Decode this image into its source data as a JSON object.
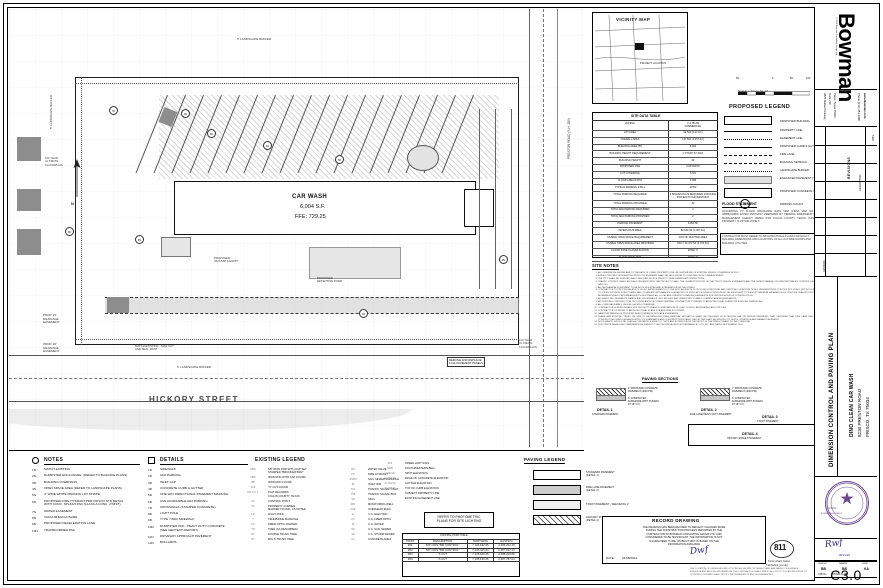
{
  "sheet": {
    "number": "C3.0",
    "title": "DIMENSION CONTROL AND PAVING PLAN",
    "project_name": "DINO CLEAN CAR WASH",
    "project_addr1": "8230 PRESTON ROAD",
    "project_addr2": "FRISCO, TX 75034",
    "job_no_label": "JOB No.",
    "job_no": "070828-01-001",
    "design_label": "DESIGN",
    "design_by": "BB",
    "drawn_label": "DRAWN",
    "drawn_by": "BB",
    "check_label": "CHKD",
    "check_by": "KA",
    "revisions_label": "REVISIONS",
    "rev_col_no": "REVISION",
    "rev_col_desc": "DESCRIPTION",
    "rev_col_date": "DATE"
  },
  "firm": {
    "name": "Bowman",
    "copyright": "© 2025 Bowman Consulting Group, Ltd.",
    "addr1": "2825 Dallas Parkway,",
    "addr2": "Suite 210",
    "addr3": "Plano, Texas 75093",
    "phone": "Phone  (214) 451-0690",
    "web": "www.Bowman.com"
  },
  "seal": {
    "state": "STATE OF TEXAS",
    "license": "114120",
    "discipline": "BOWMAN ASSOCIATES",
    "date": "05/21/25"
  },
  "vicinity": {
    "title": "VICINITY MAP",
    "project_label": "PROJECT LOCATION"
  },
  "scale_bar": {
    "ticks": [
      "50",
      "0",
      "50",
      "100"
    ],
    "caption": "SCALE: 1 INCH =  50   FT"
  },
  "plan_labels": {
    "building_name": "CAR WASH",
    "building_area": "6,004 S.F.",
    "building_ffe": "FFE: 729.25",
    "street": "HICKORY STREET",
    "landscape_buffer_top": "5' LANDSCAPE BUFFER",
    "landscape_buffer_left": "5' LANDSCAPE BUFFER",
    "landscape_buffer_bottom": "5' LANDSCAPE BUFFER",
    "prop_drainage_esmt_1": "PROP. 20'\nDRAINAGE\nEASEMENT",
    "prop_drainage_esmt_2": "PROP. 20'\nDRAINAGE\nEASEMENT",
    "remove_replace": "REMOVE AND REPLACE\nFULL PAVEMENT PANELS",
    "floodplain_note_left": "100 YEAR\nULTIMATE\nFLOODPLAIN",
    "floodplain_note_right": "100 YEAR\nULTIMATE\nFLOODPLAIN",
    "match_existing": "MATCH EXISTING - SAW CUT\nAND SEAL JOINT",
    "preston_road": "PRESTON ROAD (S.H. 289)",
    "vacuum_canopy": "PROPOSED\nVACUUM CANOPY",
    "detention": "PROPOSED\nDETENTION POND"
  },
  "proposed_legend": {
    "title": "PROPOSED LEGEND",
    "items": [
      {
        "label": "PROPOSED BUILDING",
        "style": "solid-box"
      },
      {
        "label": "PROPERTY LINE",
        "style": "line-dashdot"
      },
      {
        "label": "EASEMENT LINE",
        "style": "line-dot"
      },
      {
        "label": "PROPOSED CURB & GUTTER",
        "style": "line-solid"
      },
      {
        "label": "FIRE LANE",
        "style": "line-dash"
      },
      {
        "label": "BUILDING SETBACK",
        "style": "line-dashdot-fine"
      },
      {
        "label": "LANDSCAPE BUFFER",
        "style": "line-dot-fine"
      },
      {
        "label": "ENHANCED PAVEMENT TREATMENT",
        "style": "stipple"
      },
      {
        "label": "PROPOSED CONCRETE SIDEWALK",
        "style": "box-hatch"
      },
      {
        "label": "PARKING COUNT",
        "style": "count-bubble"
      }
    ],
    "count_bubble_value": "12"
  },
  "site_data_table": {
    "title": "SITE DATA TABLE",
    "rows": [
      [
        "ZONING",
        "C-1 PD-89\nCOMMERCIAL"
      ],
      [
        "LOT AREA",
        "92,521 (2.12 AC)"
      ],
      [
        "OVERALL AREA",
        "147,602 (4.357 AC)"
      ],
      [
        "BUILDING AREA ('B')",
        "6,004"
      ],
      [
        "BUILDING HEIGHT REQUIREMENT",
        "1 STORY 40' MAX"
      ],
      [
        "BUILDING HEIGHT",
        "40'"
      ],
      [
        "PROPOSED USE",
        "CAR WASH"
      ],
      [
        "LOT COVERAGE",
        "6.5%"
      ],
      [
        "FLOOR AREA RATIO",
        "0.065"
      ],
      [
        "TYPICAL PARKING STALL",
        "20'X9'"
      ],
      [
        "TOTAL PARKING REQUIRED",
        "2 SPACES PLUS REQUIRED STACKING\nFOR EACH CAR WASH BAY"
      ],
      [
        "TOTAL PARKING PROVIDED",
        "32"
      ],
      [
        "TOTAL ADA PARKING REQUIRED",
        "2"
      ],
      [
        "TOTAL ADA PARKING PROVIDED",
        "2"
      ],
      [
        "PARKING PAVEMENT",
        "9,954 SF"
      ],
      [
        "IMPERVIOUS AREA",
        "62,649 SF (1.387 AC)"
      ],
      [
        "USABLE OPEN SPACE REQUIREMENT",
        "10% OF PLATTED AREA"
      ],
      [
        "USABLE OPEN SPACE AREA PROVIDED",
        "34% = 31,472 SF (0.722 AC)"
      ],
      [
        "FLOOD ZONE CLASSIFICATION",
        "ZONE 'X'"
      ],
      [
        "FLOOD ZONE MAP",
        "ZONE 'X'"
      ]
    ]
  },
  "flood_statement": {
    "title": "FLOOD STATEMENT",
    "body": "ACCORDING TO FLOOD INSURANCE RATE MAP (FIRM) MAP NO. 48085C0285K DATED 06/07/2017 PREPARED BY FEDERAL EMERGENCY MANAGEMENT AGENCY (FEMA) FOR COLLIN COUNTY, TEXAS, THIS PROPERTY IS WITHIN ZONE X.",
    "note": "CONTRACTOR MUST REFER TO ARCHITECTURAL PLANS FOR EXACT BUILDING DIMENSIONS AND LOCATIONS OF ALL OUTSIDE DOORS AND BUILDING UTILITIES"
  },
  "site_notes": {
    "title": "SITE NOTES",
    "items": [
      "ALL DIMENSIONS SHOWN ARE TO THE FACE OF CURB, PROPERTY LINE OR CENTERLINE OF STRIPING UNLESS OTHERWISE NOTED.",
      "A PRE-CONSTRUCTION MEETING WITH CITY ENGINEER SHALL BE HELD PRIOR TO CONSTRUCTION COMMENCEMENT.",
      "THE CITY SHALL BE GIVEN AT LEAST 48 HOURS NOTICE PRIOR TO PERFORMING ANY INSPECTIONS.",
      "TRAFFIC CONTROL SHALL BE IN ACCORDANCE WITH THE PROJECT PLANS, THE CURRENT EDITION OF THE TXDOT DESIGN STANDARDS AND THE LATEST MANUAL ON UNIFORM TRAFFIC CONTROL DEVICES (MUTCD).",
      "ALL MECHANICAL EQUIPMENT TO BE ROOF MOUNTED AND SCREENED FROM THE STREET.",
      "CONTRACTOR TO PROVIDE AS-BUILTS OF ALL IMPROVEMENTS TO THE SITE.  AS-BUILTS TO INCLUDE HORIZONTAL AND VERTICAL LOCATIONS OF ALL UNDERGROUND UTILITIES INCLUDING, BUT NOT LIMITED TO, PIPES, FITTINGS, STRUCTURES, AND OTHER APPURTENANCES.  ELEVATIONS OF PIPES AT CROSSING POINTS MUST BE SUFFICIENT TO IDENTIFY MINIMUM SEPARATION OF UTILITIES. IN ADDITION TO THE AFOREMENTIONED CRITERIA AS-BUILTS MUST MEET ALL LOCAL AND JURISDICTIONAL REQUIREMENTS FOR CERTIFICATION OF CONSTRUCTION.",
      "ALL AFFECTED SIDEWALKS, RAMPS AND CROSSWALKS, WILL BE BUILT AND INSPECTED TO MEET CURRENT ADA REQUIREMENTS.",
      "ALL BUILDING CONSTRUCTION, INCLUDING ARCHITECTURAL FEATURE, CONTRACTOR TO REFER TO ARCHITECTURAL PLANS FOR BUILDING DIMENSIONS.",
      "ALL CURB RADII ARE 3' UNLESS SHOWN OTHERWISE.",
      "CONTRACTOR IS RESPONSIBLE FOR PROTECTION AND COORDINATION OF LIGHT POLES, LANDSCAPING AND UTILITIES.",
      "CONTRACTOR TO REFER TO ARCHITECTURAL PLANS FOR BUILDING FOOTPRINT.",
      "HANDICAP PARKING IS PROVIDED IN ACCORDANCE WITH ADA STANDARDS.",
      "THERE ARE EXISTING TREES ON SITE TO BE REMOVED. TREE REMOVAL MITIGATION SHALL BE PROVIDED BY A TESTING LAB OR DESIGN ENGINEER; THAT CERTIFIES THAT FIRE LANE HAS BEEN CONSTRUCTED IN ACCORDANCE WITH CITY STANDARDS AND CONSTRUCTION PLANS. THE LETTER SHALL BE SPECIFIC TO DEPTH, STRENGTH AND REBAR PLACEMENT.",
      "SOLID WASTE SHOULD BE CLASS A CONCRETE, 6' WIDE X 6' THICK AND EXTEND FROM THE FRONT OF THE FIRE HYDRANT TO THE CURB LINE.",
      "FOR ONSITE PAVING RECOMMENDATIONS, REFER TO GEOTECHNICAL REPORT PREPARED BY OTE, INC. AND DATED SEPTEMBER, 2024."
    ]
  },
  "paving_sections": {
    "title": "PAVING SECTIONS",
    "details": [
      {
        "name": "DETAIL 1",
        "sub": "STANDARD PAVEMENT",
        "top": "6\" PORTLAND CONCRETE\nPAVEMENT (4000 PSI)",
        "bottom": "6\" COMPACTED\nSUBGRADE WITH #3 BARS\nAT 18\" O.C."
      },
      {
        "name": "DETAIL 2",
        "sub": "FIRE LANE/HEAVY DUTY PAVEMENT",
        "top": "7\" PORTLAND CONCRETE\nPAVEMENT (4000 PSI)",
        "bottom": "6\" COMPACTED\nSUBGRADE WITH #4 BARS\nAT 18\" O.C."
      },
      {
        "name": "DETAIL 3",
        "sub": "TXDOT PAVEMENT",
        "top": "SEE TXDOT STANDARD DETAILS",
        "bottom": ""
      },
      {
        "name": "DETAIL 4",
        "sub": "HICKORY STREET PAVEMENT",
        "top": "8\" PORTLAND CONCRETE\nPAVEMENT (4000 PSI)",
        "bottom": "6\" LIME STABILIZED\nSUBGRADE"
      }
    ]
  },
  "notes_legend": {
    "title": "NOTES",
    "items": [
      {
        "key": "1N",
        "text": "MATCH EXISTING"
      },
      {
        "key": "2N",
        "text": "DUMPSTER ENCLOSURE  (REFER TO BUILDING PLANS)"
      },
      {
        "key": "3N",
        "text": "BUILDING OVERHANG"
      },
      {
        "key": "4N",
        "text": "OPEN SPACE AREA (REFER TO LANDSCAPE PLANS)"
      },
      {
        "key": "5N",
        "text": "4\" WIDE WHITE PARKING LOT STRIPE"
      },
      {
        "key": "6N",
        "text": "PROPOSED FIRE HYDRANT PER FRISCO STD DETAIL\nWITH CONC. SPLASH PAD (CLASS A CONC. 2'X8'FT)"
      },
      {
        "key": "7N",
        "text": "WATER EASEMENT"
      },
      {
        "key": "8N",
        "text": "VACUUM ENCLOSURE"
      },
      {
        "key": "9N",
        "text": "PROPOSED DECELERATION LANE"
      },
      {
        "key": "10N",
        "text": "TRANSFORMER PAD"
      }
    ]
  },
  "details_legend": {
    "title": "DETAILS",
    "items": [
      {
        "key": "1D",
        "text": "SIDEWALK"
      },
      {
        "key": "2D",
        "text": "ADA PARKING"
      },
      {
        "key": "3D",
        "text": "INLET CAP"
      },
      {
        "key": "4D",
        "text": "CONCRETE CURB & GUTTER"
      },
      {
        "key": "5D",
        "text": "ONE WAY DIRECTIONAL PAVEMENT MARKING"
      },
      {
        "key": "6D",
        "text": "VAN ACCESSIBLE ADA PARKING"
      },
      {
        "key": "7D",
        "text": "CROSSWALK (STAMPED CONCRETE)"
      },
      {
        "key": "8D",
        "text": "LIGHT POLE"
      },
      {
        "key": "9D",
        "text": "TYPE 7 BFR SIDEWALK"
      },
      {
        "key": "10D",
        "text": "DUMPSTER PAD - HEAVY DUTY CONCRETE\n(SEE GEOTECH REPORT)"
      },
      {
        "key": "11D",
        "text": "DRIVEWAY APPROACH PAVEMENT"
      },
      {
        "key": "12D",
        "text": "BOLLARDS"
      }
    ]
  },
  "existing_legend": {
    "title": "EXISTING LEGEND",
    "col1": [
      {
        "sym": "CIRS",
        "text": "5/8\" IRON ROD WITH CAP SET\nSTAMPED \"BROOKER 5902\""
      },
      {
        "sym": "CIRF",
        "text": "IRON ROD WITH CAP FOUND"
      },
      {
        "sym": "IRF",
        "text": "IRON ROD FOUND"
      },
      {
        "sym": "XCF",
        "text": "\"X\" CUT FOUND"
      },
      {
        "sym": "P.R.C.C.T.",
        "text": "PLAT RECORDS\nCOLLIN COUNTY, TEXAS"
      },
      {
        "sym": "CP",
        "text": "CONTROL POINT"
      },
      {
        "sym": "PC",
        "text": "PROPERTY CORNER\nMARKER FOUND - AS NOTED"
      },
      {
        "sym": "LP",
        "text": "LIGHT POLE"
      },
      {
        "sym": "T",
        "text": "TELEPHONE MANHOLE"
      },
      {
        "sym": "FO",
        "text": "FIBER OPTIC MARKER"
      },
      {
        "sym": "TR",
        "text": "TREE (AS DESCRIBED)"
      },
      {
        "sym": "DT",
        "text": "DOUBLE TRUNK TREE"
      },
      {
        "sym": "MT",
        "text": "MULTI-TRUNK TREE"
      }
    ],
    "col2": [
      {
        "sym": "WV",
        "text": "WATER VALVE"
      },
      {
        "sym": "FH",
        "text": "FIRE HYDRANT"
      },
      {
        "sym": "SSMH",
        "text": "SAN. SEWER MANHOLE"
      },
      {
        "sym": "IR",
        "text": "INLET RIM"
      },
      {
        "sym": "TSL",
        "text": "TRAFFIC SIGNAL LIGHT"
      },
      {
        "sym": "TSB",
        "text": "TRAFFIC SIGNAL BOX"
      },
      {
        "sym": "SN",
        "text": "SIGN"
      },
      {
        "sym": "MW",
        "text": "MONITORING WELL"
      },
      {
        "sym": "OHE",
        "text": "OVERHEAD ELEC."
      },
      {
        "sym": "E",
        "text": "U.G. ELECTRIC"
      },
      {
        "sym": "FO",
        "text": "U.G. FIBER OPTIC"
      },
      {
        "sym": "W",
        "text": "U.G. WATER"
      },
      {
        "sym": "SS",
        "text": "U.G. SAN. SEWER"
      },
      {
        "sym": "SD",
        "text": "U.G. STORM SEWER"
      },
      {
        "sym": "CA",
        "text": "CONCRETE AREA"
      }
    ],
    "col3": [
      {
        "sym": "SLS",
        "text": "SPEED LIMIT SIGN"
      },
      {
        "sym": "SWB",
        "text": "SOUTHWESTERN BELL"
      },
      {
        "sym": "X 000.00",
        "text": "SPOT ELEVATION"
      },
      {
        "sym": "EC 000.00",
        "text": "EDGE OF CONCRETE ELEVATION"
      },
      {
        "sym": "GT 000.00",
        "text": "GUTTER ELEVATION"
      },
      {
        "sym": "TC 000.00",
        "text": "TOP OF CURB ELEVATION"
      },
      {
        "sym": "",
        "text": "SUBJECT PROPERTY LINE"
      },
      {
        "sym": "",
        "text": "EXISTING EASEMENT LINE"
      }
    ],
    "photometric_note": "REFER TO PHOTOMETRIC\nPLANS FOR SITE LIGHTING"
  },
  "control_point_table": {
    "title": "CONTROL POINT TABLE",
    "columns": [
      "POINT",
      "DESCRIPTION",
      "NORTHING",
      "EASTING"
    ],
    "rows": [
      [
        "#01",
        "5/8\" CIRS \"BM CONTROL\"",
        "7,105,632.05",
        "2,486,232.40"
      ],
      [
        "#02",
        "5/8\" CIRS \"BM CONTROL\"",
        "7,105,425.03",
        "2,487,817.13"
      ],
      [
        "#03",
        "X-CUT",
        "7,105,640.26",
        "2,486,240.89"
      ],
      [
        "#04",
        "X-CUT",
        "7,105,140.26",
        "2,487,787.04"
      ]
    ]
  },
  "paving_legend": {
    "title": "PAVING LEGEND",
    "items": [
      {
        "label": "STANDARD PAVEMENT\n(DETAIL 1)",
        "style": "white"
      },
      {
        "label": "FIRE LANE PAVEMENT\n(DETAIL 2)",
        "style": "grey"
      },
      {
        "label": "TXDOT PAVEMENT - SEE DETAIL 3",
        "style": "lightgrey"
      },
      {
        "label": "HICKORY STREET PAVEMENT\n(DETAIL 4)",
        "style": "hatch"
      }
    ]
  },
  "record_drawing": {
    "title": "RECORD DRAWING",
    "body": "THE DRAWING HAS BEEN REVISED TO REFLECT CHANGES MADE\nDURING THE CONSTRUCTION PROCESS REPORTED BY THE\nCONTRACTOR TO BOWMAN CONSULTING GROUP LTD. AND\nCONSIDERED TO BE SIGNIFICANT. THE INFORMATION IS NOT\nGUARANTEED TO BE \"AS-BUILT\" BUT IS BASED ON THE\nINFORMATION AVAILABLE",
    "date_label": "DATE:",
    "date_value": "01/08/2024"
  },
  "call811": {
    "number": "811",
    "line1": "Know what's below.",
    "line2": "Call before you dig."
  },
  "north": {
    "label": "N"
  },
  "colors": {
    "ink": "#111111",
    "firm_black": "#000000",
    "seal_purple": "#6a4a8a",
    "signature_blue": "#2a2a7a"
  }
}
